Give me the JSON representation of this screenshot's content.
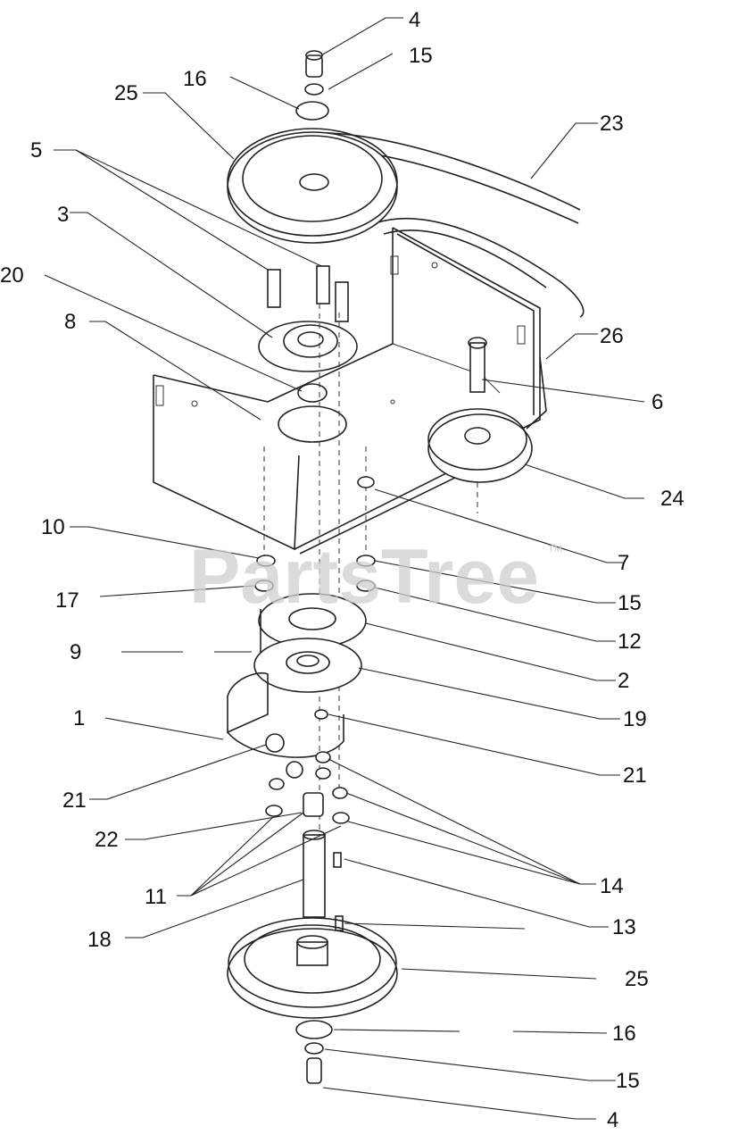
{
  "watermark": {
    "text": "PartsTree",
    "trademark": "TM"
  },
  "callouts": [
    "1",
    "2",
    "3",
    "4",
    "5",
    "6",
    "7",
    "8",
    "9",
    "10",
    "11",
    "12",
    "13",
    "14",
    "15",
    "16",
    "17",
    "18",
    "19",
    "20",
    "21",
    "22",
    "23",
    "24",
    "25",
    "26"
  ],
  "labels": [
    {
      "id": "4",
      "text": "4"
    },
    {
      "id": "15",
      "text": "15"
    },
    {
      "id": "16",
      "text": "16"
    },
    {
      "id": "25",
      "text": "25"
    },
    {
      "id": "23",
      "text": "23"
    },
    {
      "id": "5",
      "text": "5"
    },
    {
      "id": "3",
      "text": "3"
    },
    {
      "id": "20",
      "text": "20"
    },
    {
      "id": "8",
      "text": "8"
    },
    {
      "id": "26",
      "text": "26"
    },
    {
      "id": "6",
      "text": "6"
    },
    {
      "id": "24",
      "text": "24"
    },
    {
      "id": "10",
      "text": "10"
    },
    {
      "id": "7",
      "text": "7"
    },
    {
      "id": "17",
      "text": "17"
    },
    {
      "id": "15b",
      "text": "15"
    },
    {
      "id": "12",
      "text": "12"
    },
    {
      "id": "9",
      "text": "9"
    },
    {
      "id": "2",
      "text": "2"
    },
    {
      "id": "19",
      "text": "19"
    },
    {
      "id": "1",
      "text": "1"
    },
    {
      "id": "21",
      "text": "21"
    },
    {
      "id": "21b",
      "text": "21"
    },
    {
      "id": "22",
      "text": "22"
    },
    {
      "id": "14",
      "text": "14"
    },
    {
      "id": "11",
      "text": "11"
    },
    {
      "id": "13",
      "text": "13"
    },
    {
      "id": "18",
      "text": "18"
    },
    {
      "id": "25b",
      "text": "25"
    },
    {
      "id": "16b",
      "text": "16"
    },
    {
      "id": "15c",
      "text": "15"
    },
    {
      "id": "4b",
      "text": "4"
    }
  ]
}
